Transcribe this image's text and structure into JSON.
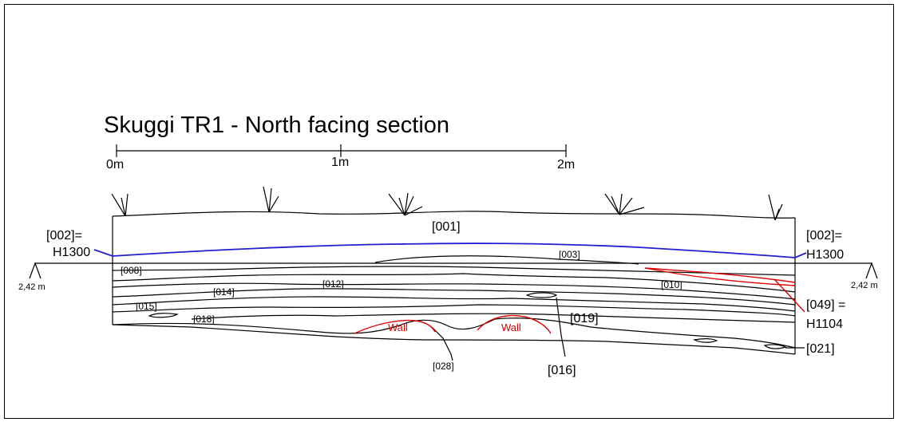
{
  "title": "Skuggi TR1 - North facing section",
  "scale": {
    "labels": [
      "0m",
      "1m",
      "2m"
    ]
  },
  "datum": {
    "left_label": "[002]=",
    "left_height": "H1300",
    "right_label": "[002]=",
    "right_height": "H1300",
    "left_level": "2,42 m",
    "right_level": "2,42 m"
  },
  "contexts": {
    "c001": "[001]",
    "c003": "[003]",
    "c008": "[008]",
    "c010": "[010]",
    "c012": "[012]",
    "c014": "[014]",
    "c015": "[015]",
    "c018": "[018]",
    "c019": "[019]",
    "c028": "[028]",
    "c016": "[016]",
    "c049": "[049] =",
    "c049_height": "H1104",
    "c021": "[021]"
  },
  "walls": {
    "left": "Wall",
    "right": "Wall"
  },
  "colors": {
    "wall": "#e00000",
    "datum_line": "#2020d0",
    "lines": "#000000"
  }
}
